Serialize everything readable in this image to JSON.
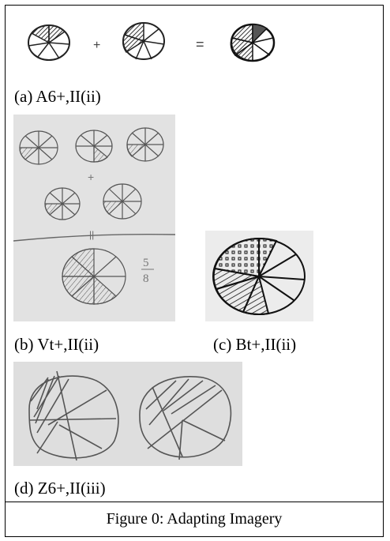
{
  "panels": {
    "a": {
      "caption": "(a) A6+,II(ii)",
      "operators": [
        "+",
        "="
      ]
    },
    "b": {
      "caption": "(b) Vt+,II(ii)",
      "operators": [
        "+",
        "||"
      ],
      "fraction": {
        "numerator": "5",
        "denominator": "8"
      }
    },
    "c": {
      "caption": "(c) Bt+,II(ii)"
    },
    "d": {
      "caption": "(d) Z6+,II(iii)"
    }
  },
  "figure_caption": "Figure 0: Adapting Imagery"
}
